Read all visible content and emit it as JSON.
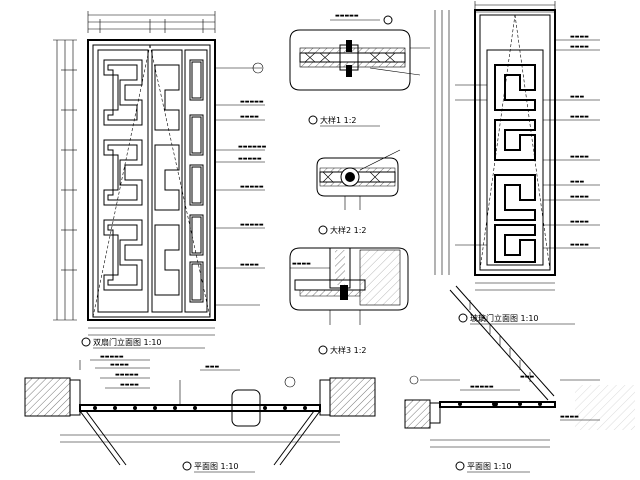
{
  "title_labels": {
    "door_elevation": "双扇门立面图 1:10",
    "detail_1": "大样1 1:2",
    "detail_2": "大样2 1:2",
    "detail_3": "大样3 1:2",
    "glass_door_elevation": "玻璃门立面图 1:10",
    "plan_1": "平面图 1:10",
    "plan_2": "平面图 1:10"
  },
  "colors": {
    "line": "#000000",
    "background": "#ffffff",
    "hatch": "#555555",
    "wall_fade": "#c8c8c8"
  }
}
